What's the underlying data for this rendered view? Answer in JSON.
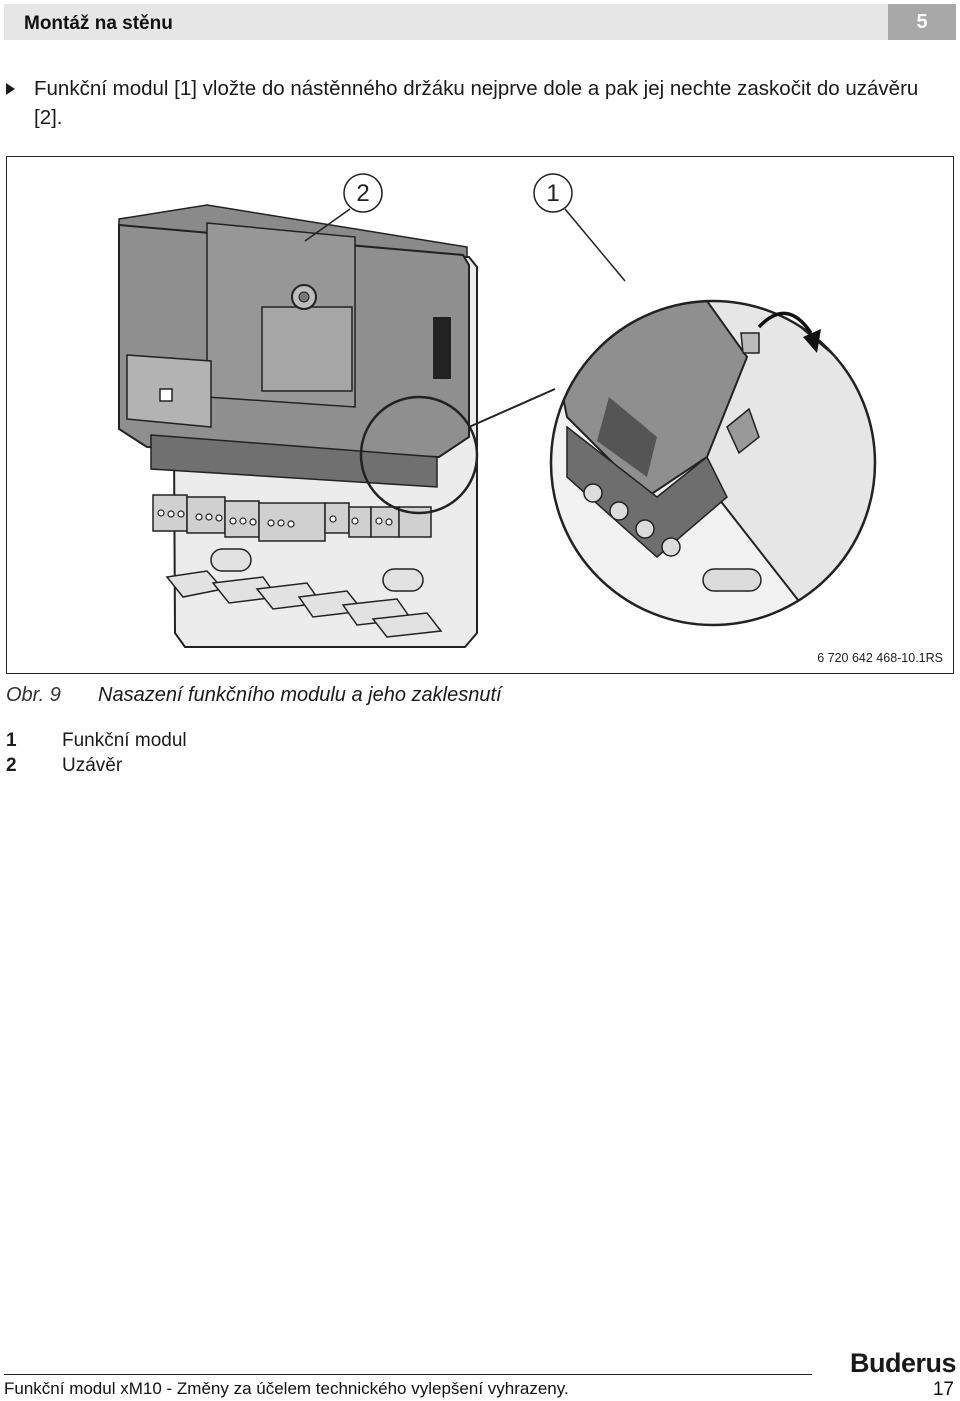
{
  "header": {
    "title": "Montáž na stěnu",
    "chapter_number": "5"
  },
  "instruction": {
    "bullet_icon": "triangle-bullet-icon",
    "text": "Funkční modul [1] vložte do nástěnného držáku nejprve dole a pak jej nechte zaskočit do uzávěru [2]."
  },
  "figure": {
    "callouts": [
      "2",
      "1"
    ],
    "reference": "6 720 642 468-10.1RS"
  },
  "caption": {
    "label": "Obr. 9",
    "text": "Nasazení funkčního modulu a jeho zaklesnutí"
  },
  "legend": [
    {
      "num": "1",
      "text": "Funkční modul"
    },
    {
      "num": "2",
      "text": "Uzávěr"
    }
  ],
  "footer": {
    "text": "Funkční modul xM10 - Změny za účelem technického vylepšení vyhrazeny.",
    "page": "17",
    "brand": "Buderus"
  }
}
